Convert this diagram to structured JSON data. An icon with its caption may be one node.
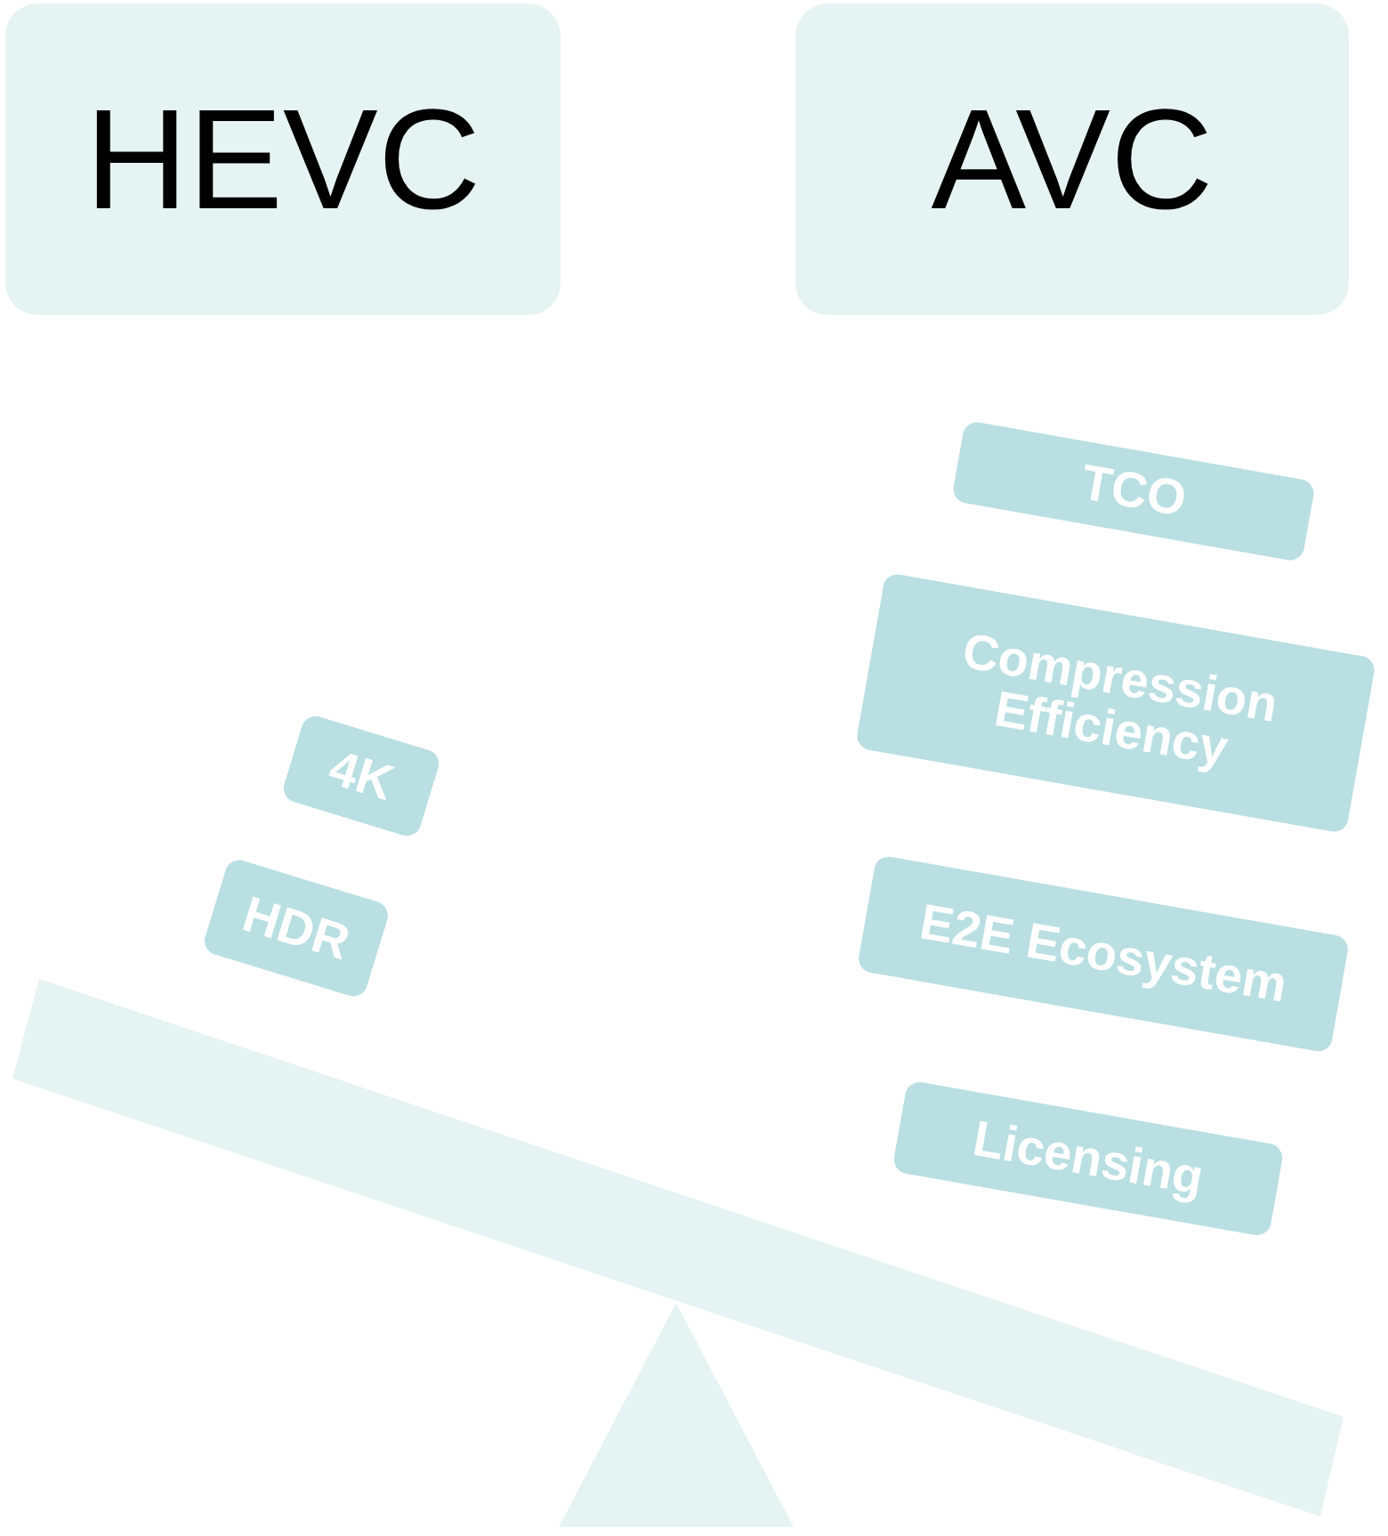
{
  "diagram": {
    "nodes": [
      {
        "text": [
          "HEVC"
        ]
      },
      {
        "text": [
          "AVC"
        ]
      },
      {
        "text": [
          "4K"
        ]
      },
      {
        "text": [
          "HDR"
        ]
      },
      {
        "text": [
          "TCO"
        ]
      },
      {
        "text": [
          "Compression Efficiency"
        ]
      },
      {
        "text": [
          "E2E Ecosystem"
        ]
      },
      {
        "text": [
          "Licensing"
        ]
      }
    ],
    "edges": []
  }
}
